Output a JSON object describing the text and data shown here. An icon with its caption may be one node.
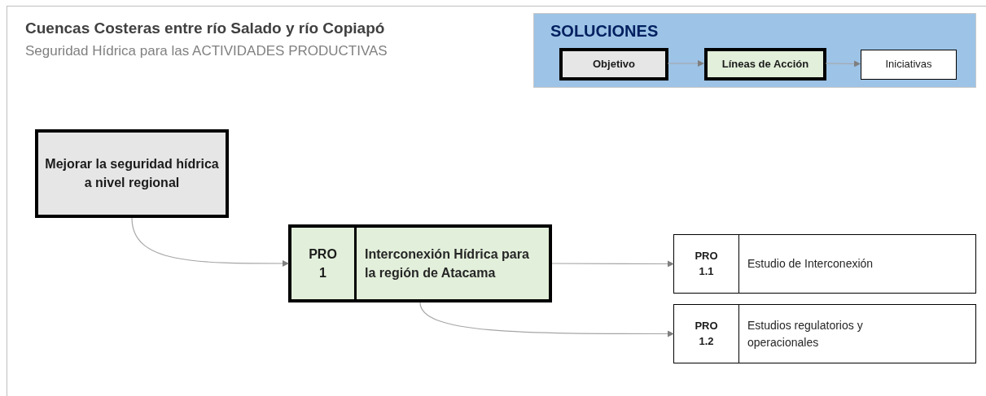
{
  "diagram": {
    "title": "Cuencas Costeras entre río Salado y río Copiapó",
    "caption": "Seguridad Hídrica para las ACTIVIDADES PRODUCTIVAS",
    "nodes": [
      {
        "text": [
          "SOLUCIONES"
        ]
      },
      {
        "text": [
          "Objetivo"
        ],
        "in": 0
      },
      {
        "text": [
          "Líneas de Acción"
        ],
        "in": 0
      },
      {
        "text": [
          "Iniciativas"
        ],
        "in": 0
      },
      {
        "text": [
          "Mejorar la seguridad hídrica a nivel regional"
        ]
      },
      {
        "text": [
          "PRO 1",
          "Interconexión Hídrica para la región de Atacama"
        ]
      },
      {
        "text": [
          "PRO 1.1",
          "Estudio de Interconexión"
        ]
      },
      {
        "text": [
          "PRO 1.2",
          "Estudios regulatorios y operacionales"
        ]
      }
    ],
    "edges": [
      {
        "from": 1,
        "to": 2,
        "arrow": "to"
      },
      {
        "from": 2,
        "to": 3,
        "arrow": "to"
      },
      {
        "from": 4,
        "to": 5,
        "arrow": "to"
      },
      {
        "from": 5,
        "to": 6,
        "arrow": "to"
      },
      {
        "from": 5,
        "to": 7,
        "arrow": "to"
      }
    ]
  }
}
